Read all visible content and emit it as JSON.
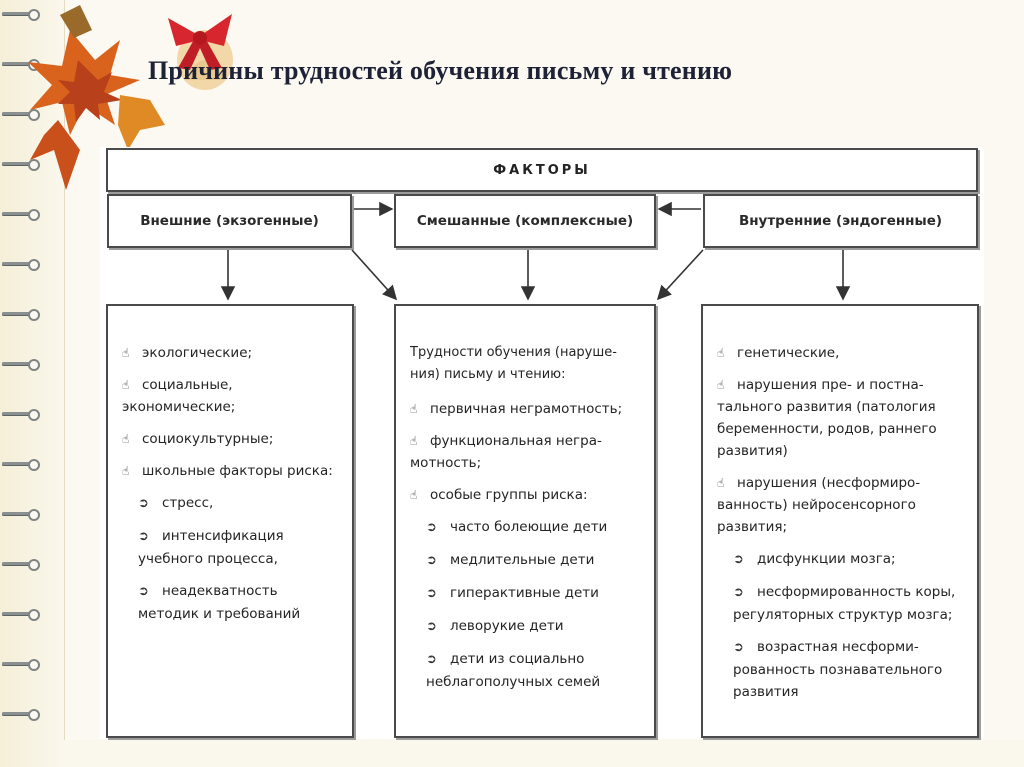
{
  "title": "Причины трудностей обучения письму и чтению",
  "diagram": {
    "header": "ФАКТОРЫ",
    "categories": [
      {
        "label": "Внешние (экзогенные)"
      },
      {
        "label": "Смешанные (комплексные)"
      },
      {
        "label": "Внутренние (эндогенные)"
      }
    ],
    "external": {
      "items": [
        {
          "text": "экологические;"
        },
        {
          "text": "социальные, экономические;"
        },
        {
          "text": "социокультурные;"
        },
        {
          "text": "школьные факторы риска:"
        }
      ],
      "subitems": [
        {
          "text": "стресс,"
        },
        {
          "text": "интенсификация учебного процесса,"
        },
        {
          "text": "неадекватность методик и требований"
        }
      ]
    },
    "mixed": {
      "intro": "Трудности обучения (наруше-ния) письму и чтению:",
      "items": [
        {
          "text": "первичная неграмотность;"
        },
        {
          "text": "функциональная негра-мотность;"
        },
        {
          "text": "особые группы риска:"
        }
      ],
      "subitems": [
        {
          "text": "часто болеющие дети"
        },
        {
          "text": "медлительные дети"
        },
        {
          "text": "гиперактивные дети"
        },
        {
          "text": "леворукие дети"
        },
        {
          "text": "дети из социально неблагополучных семей"
        }
      ]
    },
    "internal": {
      "items": [
        {
          "text": "генетические,"
        },
        {
          "text": "нарушения пре- и постна-тального развития (патология беременности, родов, раннего развития)"
        },
        {
          "text": "нарушения (несформиро-ванность) нейросенсорного развития;"
        }
      ],
      "subitems": [
        {
          "text": "дисфункции мозга;"
        },
        {
          "text": "несформированность коры, регуляторных структур мозга;"
        },
        {
          "text": "возрастная несформи-рованность познавательного развития"
        }
      ]
    }
  }
}
